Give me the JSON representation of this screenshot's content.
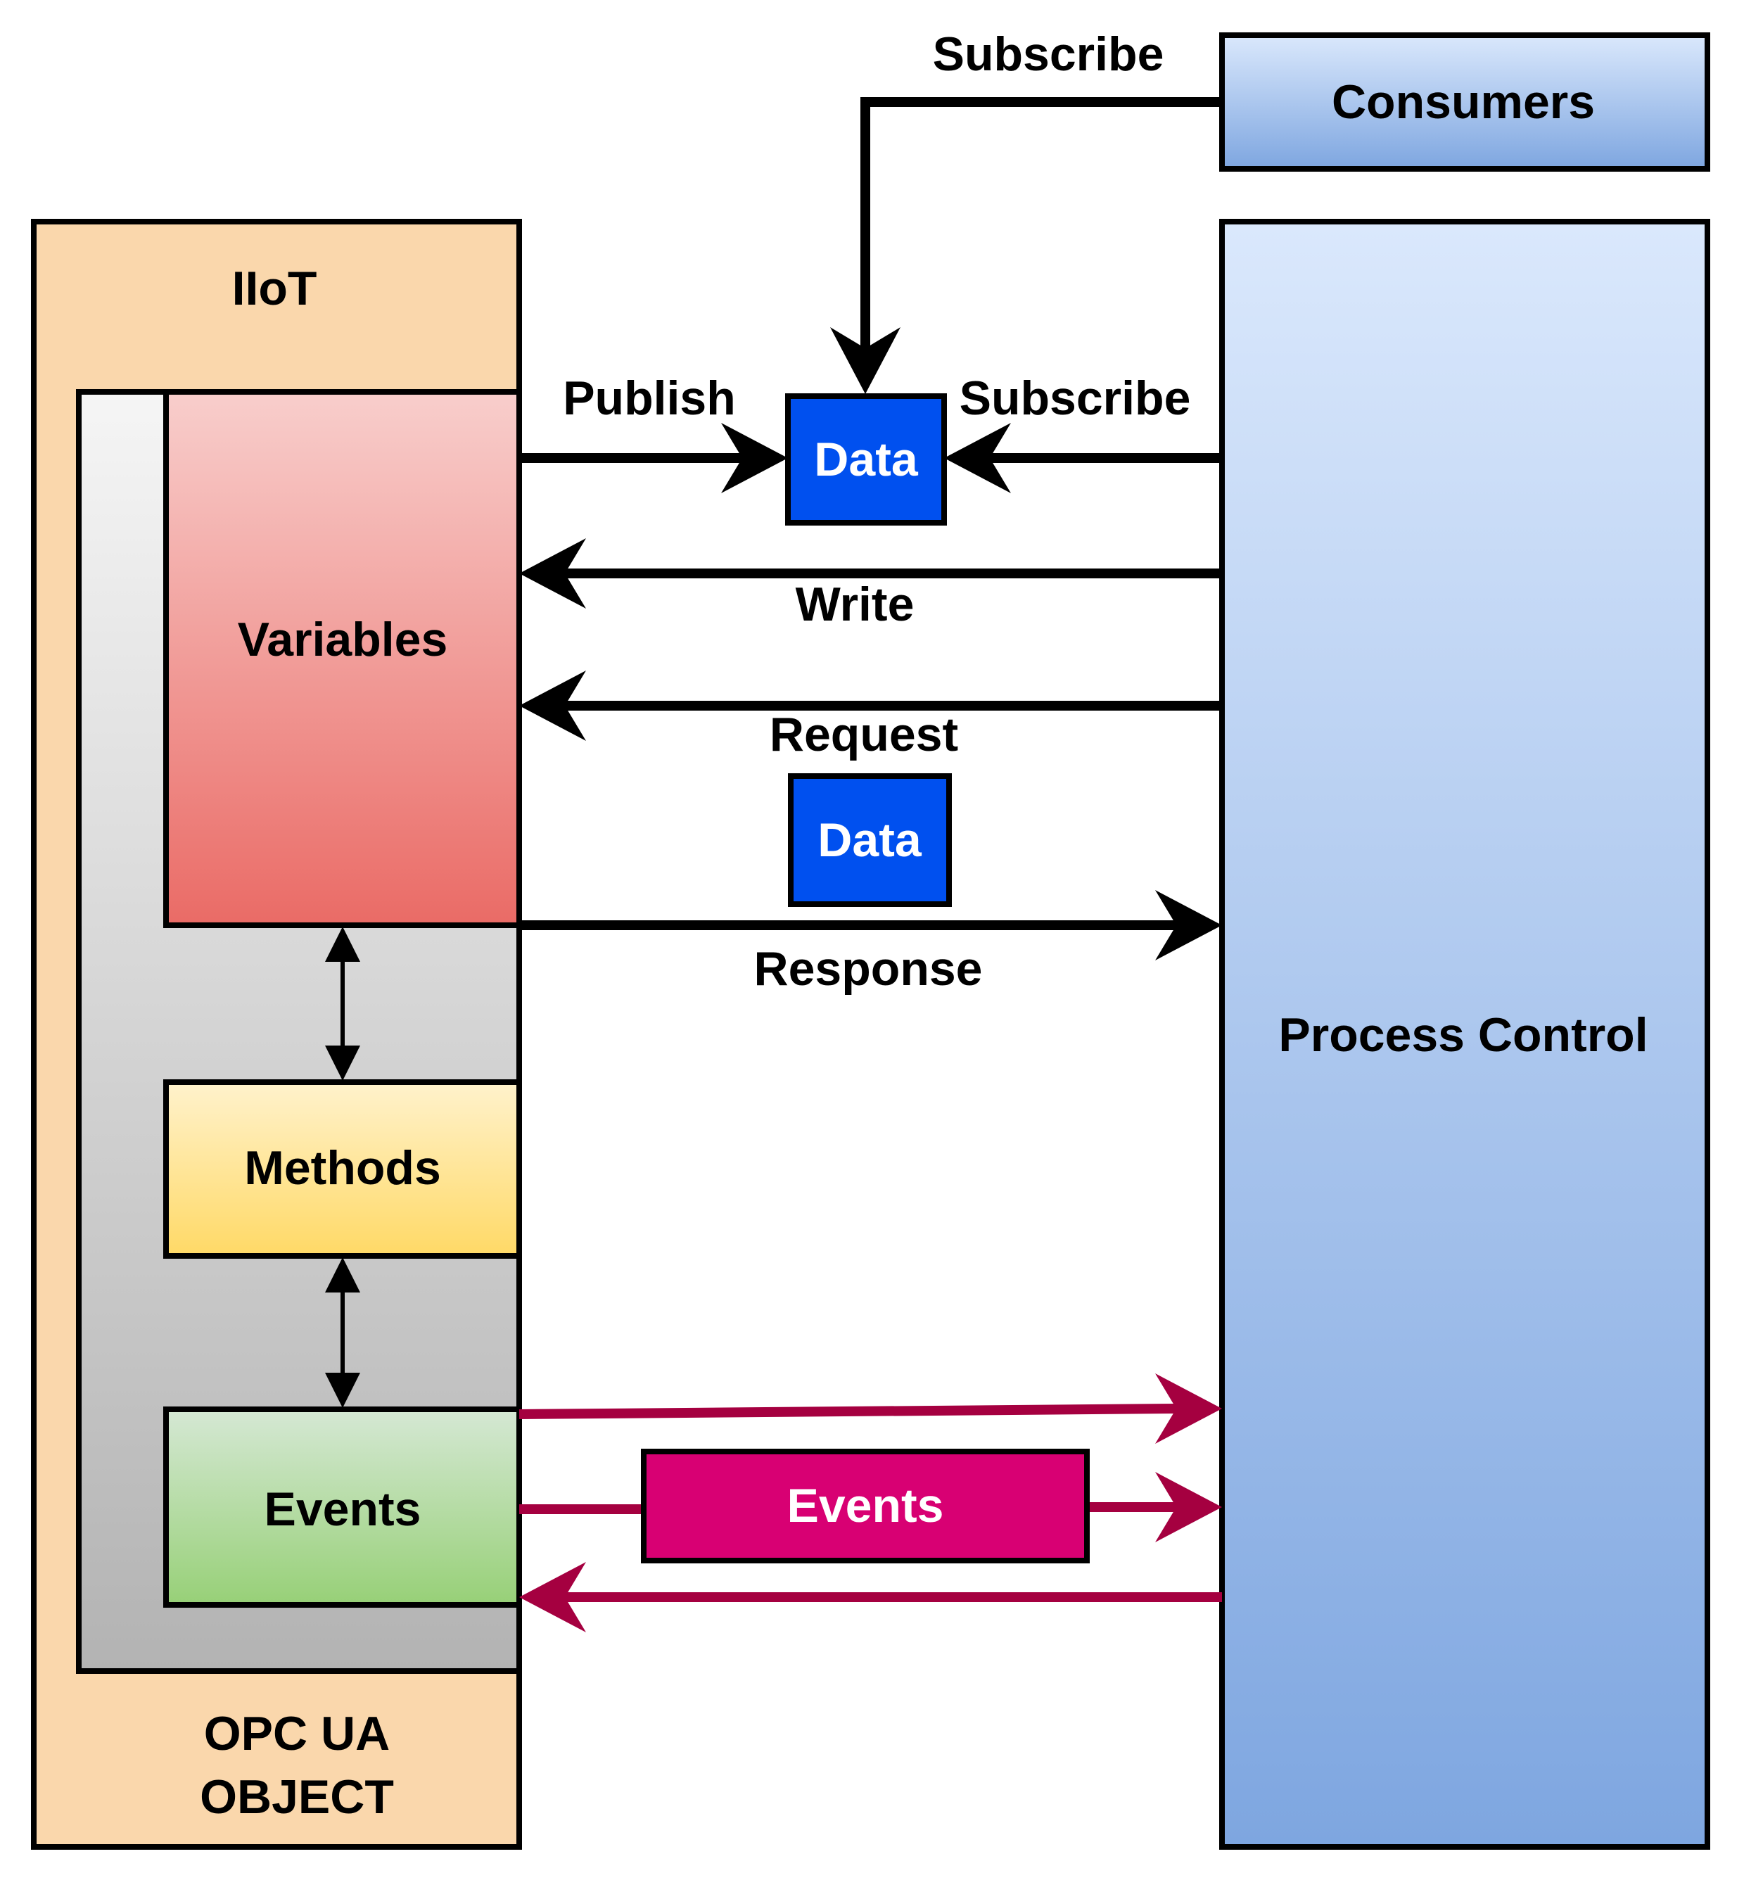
{
  "iiot": {
    "title": "IIoT",
    "footer_line1": "OPC UA",
    "footer_line2": "OBJECT"
  },
  "nodes": {
    "variables": "Variables",
    "methods": "Methods",
    "events": "Events",
    "consumers": "Consumers",
    "process_control": "Process Control",
    "data_top": "Data",
    "data_mid": "Data",
    "events_msg": "Events"
  },
  "labels": {
    "subscribe_top": "Subscribe",
    "publish": "Publish",
    "subscribe_mid": "Subscribe",
    "write": "Write",
    "request": "Request",
    "response": "Response"
  },
  "colors": {
    "iiot_fill": "#fad7ac",
    "variables_top": "#f8cecc",
    "variables_bottom": "#ea6b66",
    "methods_top": "#fff2cc",
    "methods_bottom": "#ffd966",
    "events_top": "#d5e8d4",
    "events_bottom": "#97d077",
    "blue_top": "#dae8fc",
    "blue_bottom": "#7ea6e0",
    "data_fill": "#0050ef",
    "events_msg_fill": "#d80073",
    "events_arrow": "#a50040"
  }
}
